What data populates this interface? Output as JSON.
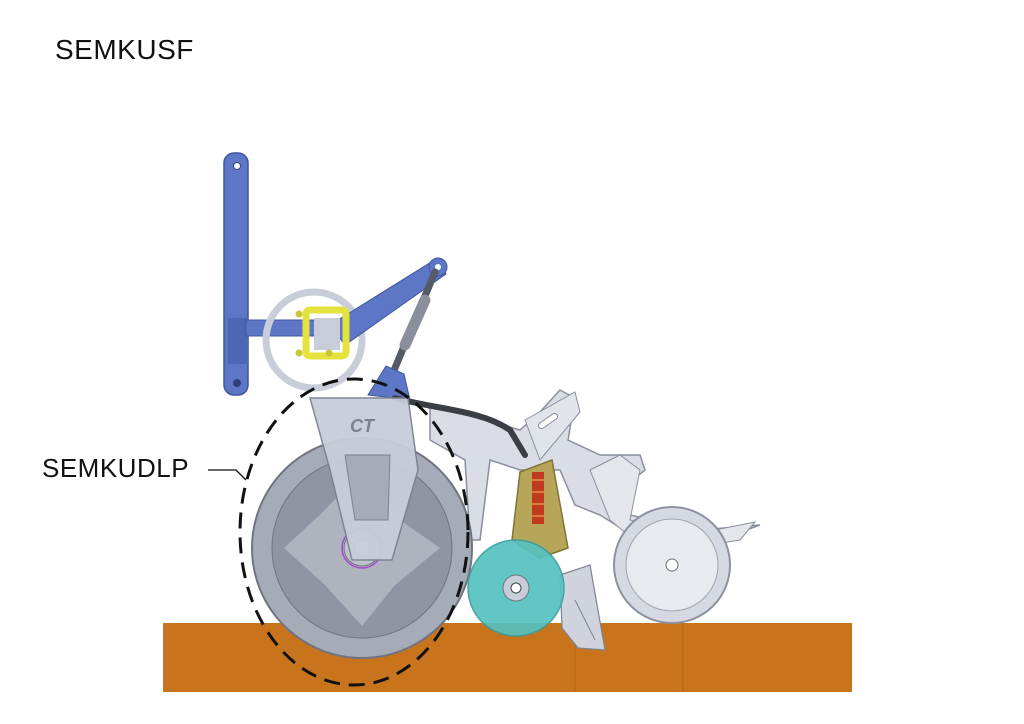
{
  "diagram": {
    "title": "SEMKUSF",
    "callout_label": "SEMKUDLP",
    "wheel_marking": "CT"
  },
  "colors": {
    "ground": "#C8741D",
    "frame_blue": "#5D76C6",
    "clamp_yellow": "#E4E23C",
    "frame_grey": "#C9CDDA",
    "wheel_grey": "#9AA0AE",
    "disc_teal": "#55C2C0",
    "spring_red": "#C23A1E",
    "bracket_olive": "#B7A65A",
    "blade_orange": "#E6782A",
    "callout_dash": "#111111"
  }
}
